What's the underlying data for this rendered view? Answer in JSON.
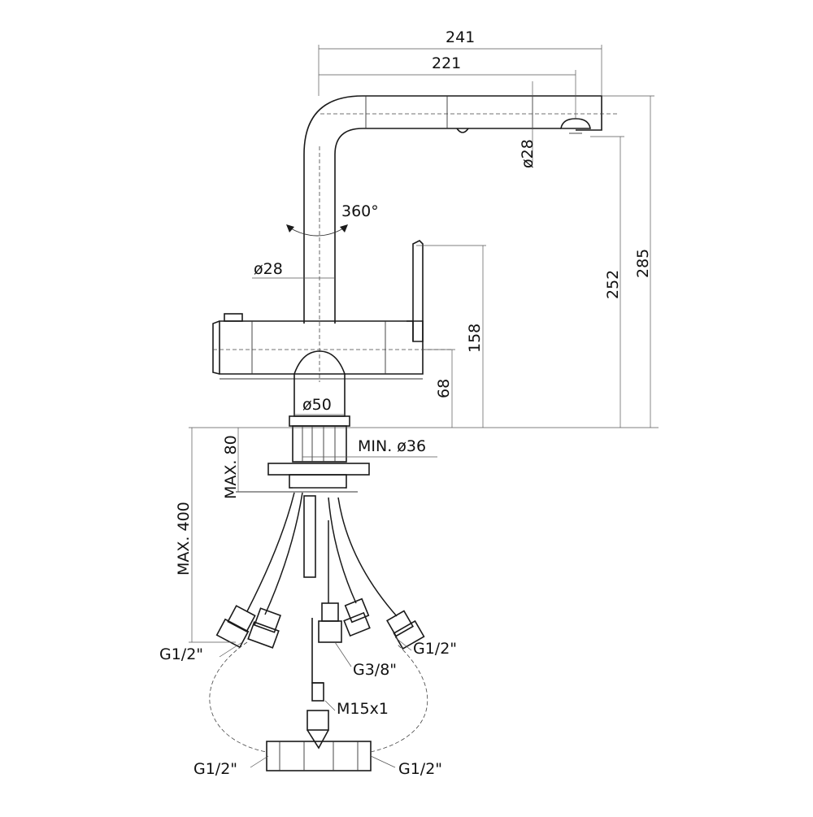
{
  "dimensions": {
    "width_241": "241",
    "width_221": "221",
    "outlet_diameter": "ø28",
    "rotation": "360°",
    "spout_diameter": "ø28",
    "height_285": "285",
    "height_252": "252",
    "height_158": "158",
    "height_68": "68",
    "base_diameter": "ø50",
    "min_hole": "MIN. ø36",
    "max_thickness": "MAX. 80",
    "max_hose": "MAX. 400"
  },
  "connections": {
    "left_inlet": "G1/2\"",
    "right_inlet": "G1/2\"",
    "filter_inlet": "G3/8\"",
    "thread": "M15x1",
    "tee_left": "G1/2\"",
    "tee_right": "G1/2\""
  }
}
